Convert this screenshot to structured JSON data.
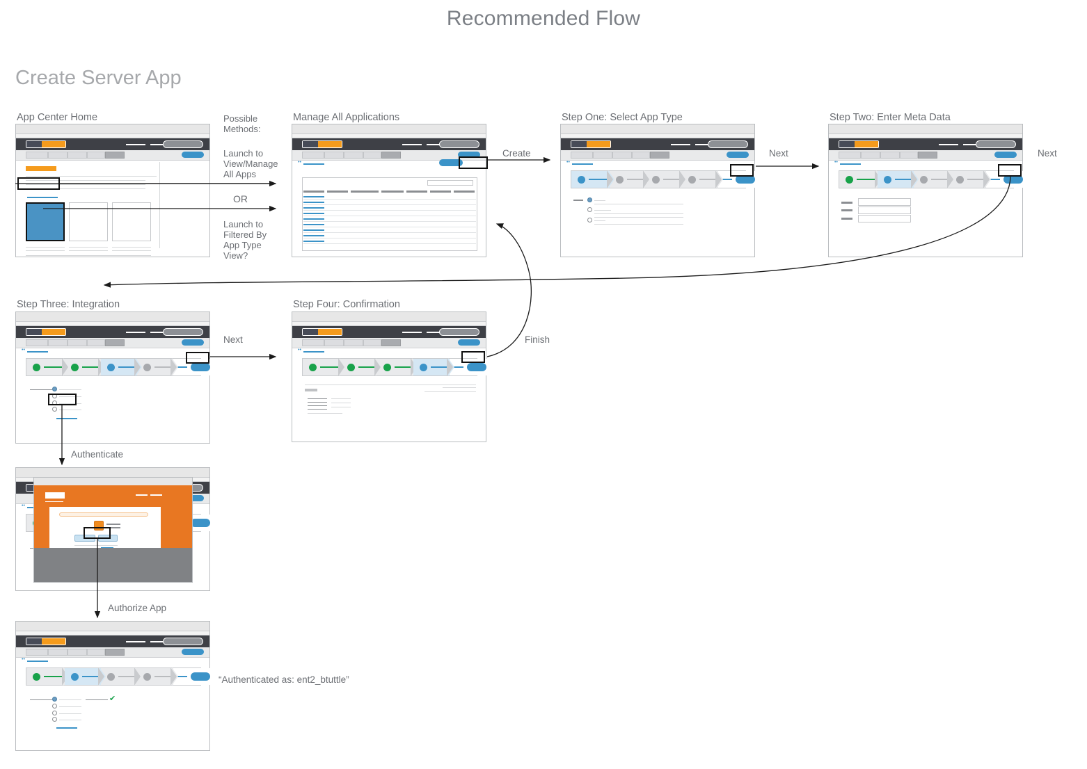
{
  "page": {
    "flow_title": "Recommended Flow",
    "section_title": "Create Server App"
  },
  "panels": [
    {
      "id": "app-center-home",
      "caption": "App Center Home"
    },
    {
      "id": "manage-all-apps",
      "caption": "Manage All Applications"
    },
    {
      "id": "step-one",
      "caption": "Step One: Select App Type"
    },
    {
      "id": "step-two",
      "caption": "Step Two: Enter Meta Data"
    },
    {
      "id": "step-three",
      "caption": "Step Three: Integration"
    },
    {
      "id": "step-four",
      "caption": "Step Four: Confirmation"
    },
    {
      "id": "authenticate-modal",
      "caption": ""
    },
    {
      "id": "authorized-result",
      "caption": ""
    }
  ],
  "methods": {
    "heading": "Possible Methods:",
    "option_one": "Launch to View/Manage All Apps",
    "separator": "OR",
    "option_two": "Launch to Filtered By App Type View?"
  },
  "flow_labels": {
    "create": "Create",
    "next_to_step_two": "Next",
    "next_to_step_three": "Next",
    "next_to_step_four": "Next",
    "finish": "Finish",
    "authenticate": "Authenticate",
    "authorize_app": "Authorize App"
  },
  "notes": {
    "authenticated_as": "“Authenticated as: ent2_btuttle”"
  },
  "wizard_states": {
    "step_one": [
      "current",
      "pending",
      "pending",
      "pending"
    ],
    "step_two": [
      "done",
      "current",
      "pending",
      "pending"
    ],
    "step_three": [
      "done",
      "done",
      "current",
      "pending"
    ],
    "step_four": [
      "done",
      "done",
      "done",
      "current"
    ],
    "authorized": [
      "done",
      "current",
      "pending",
      "pending"
    ]
  },
  "colors": {
    "accent_blue": "#3b93c8",
    "accent_orange": "#f59b1c",
    "modal_orange": "#e87722",
    "done_green": "#18a24a",
    "nav_dark": "#3e4046",
    "text_gray": "#6b6e73",
    "title_gray": "#7b7f85",
    "heading_gray": "#a6a8ab"
  }
}
